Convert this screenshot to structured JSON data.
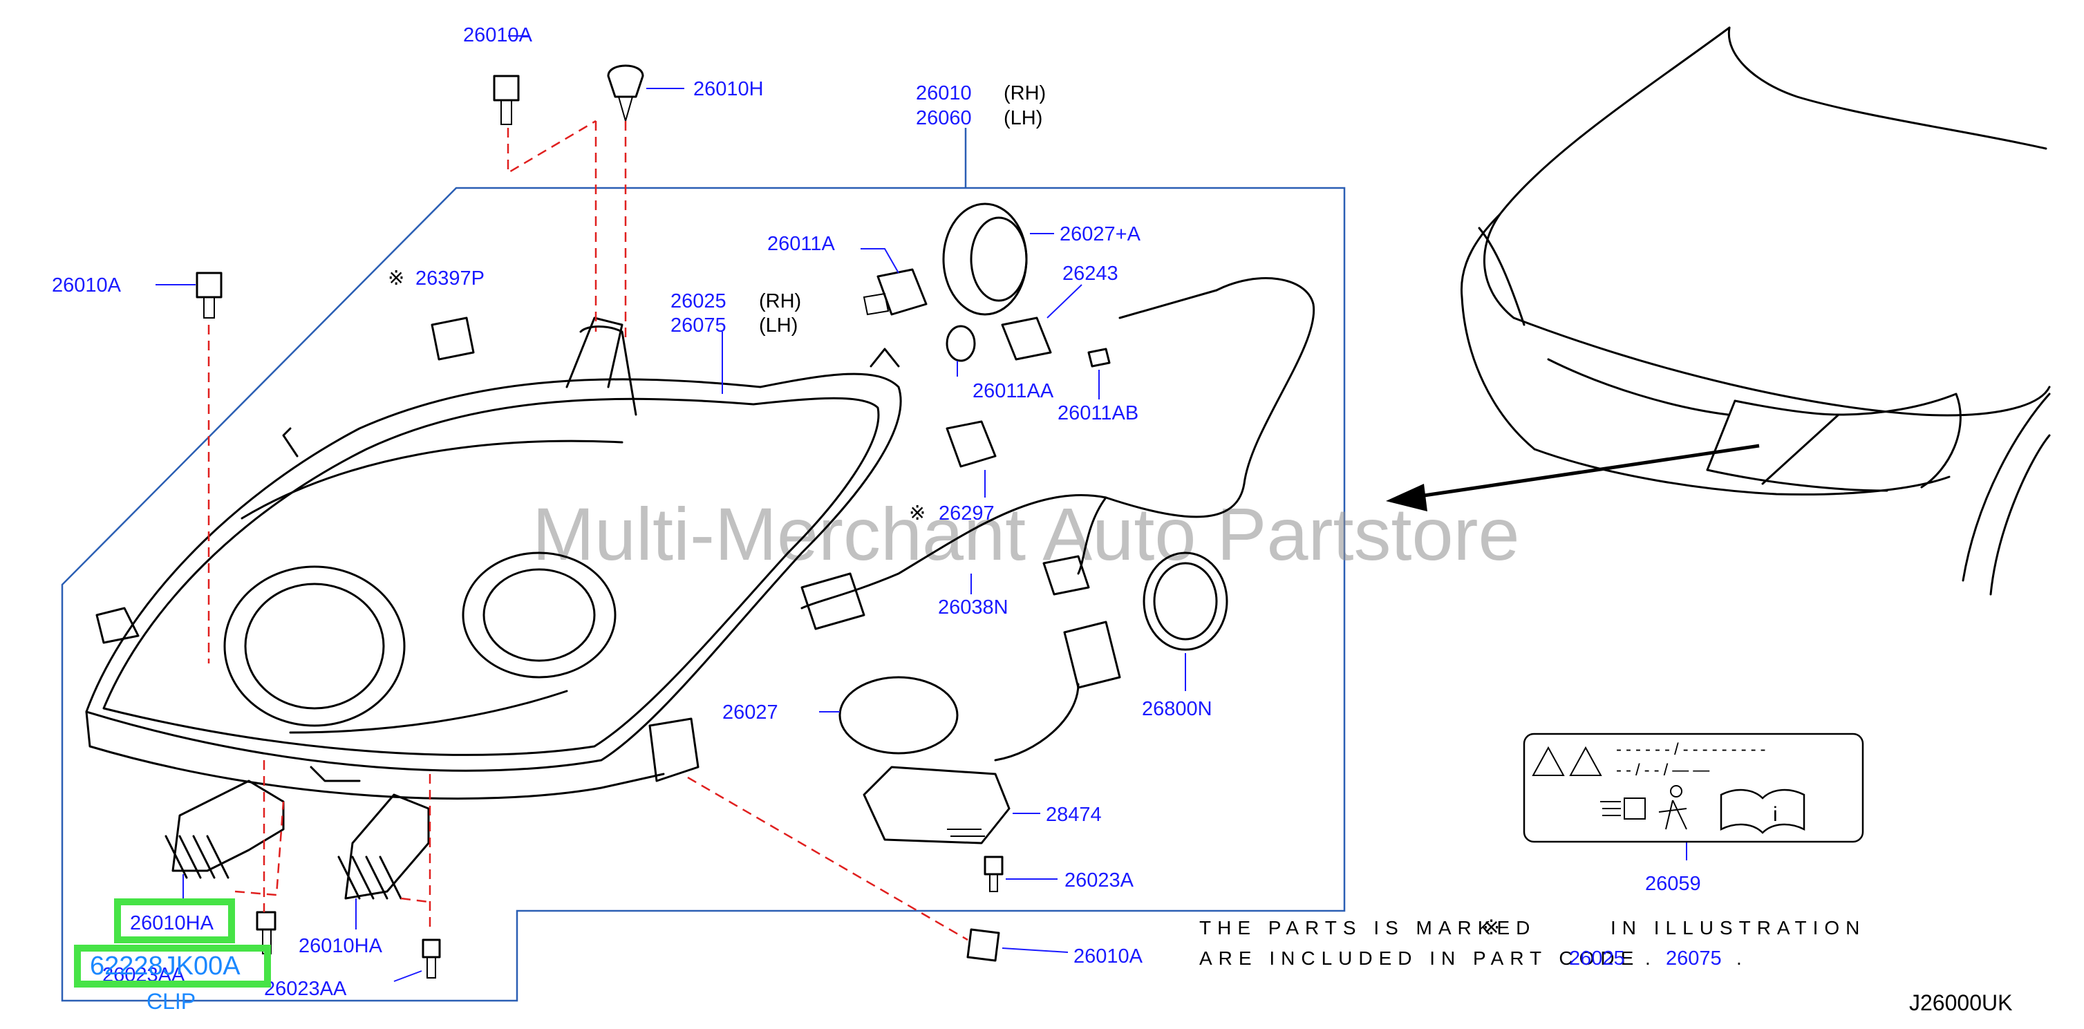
{
  "diagram": {
    "watermark": "Multi-Merchant Auto Partstore",
    "code": "J26000UK",
    "callouts": {
      "c26010A_top": "26010A",
      "c26010H": "26010H",
      "c26010A_left": "26010A",
      "c26397P": "26397P",
      "c26025": "26025",
      "c26075": "26075",
      "rh": "(RH)",
      "lh": "(LH)",
      "c26010": "26010",
      "c26060": "26060",
      "c26011A": "26011A",
      "c26027A": "26027+A",
      "c26243": "26243",
      "c26011AA": "26011AA",
      "c26011AB": "26011AB",
      "c26297": "26297",
      "c26038N": "26038N",
      "c26027": "26027",
      "c26800N": "26800N",
      "c28474": "28474",
      "c26023A": "26023A",
      "c26010A_bottom": "26010A",
      "c26010HA_a": "26010HA",
      "c26010HA_b": "26010HA",
      "c26023AA_a": "26023AA",
      "c26023AA_b": "26023AA",
      "c26059": "26059",
      "part_622": "62228JK00A",
      "clip": "CLIP"
    },
    "marker": "※",
    "note_line1": "THE PARTS IS MARKED",
    "note_line1b": "IN ILLUSTRATION",
    "note_line2": "ARE INCLUDED IN PART CODE",
    "note_code1": "26025",
    "note_code2": "26075",
    "note_dot": ".",
    "label_line1": "------/---------",
    "label_line2": "--/--/——"
  }
}
